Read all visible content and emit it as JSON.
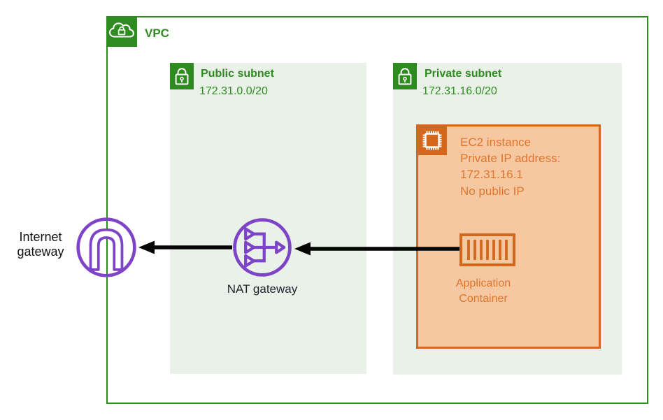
{
  "diagram": {
    "vpc": {
      "label": "VPC"
    },
    "subnets": [
      {
        "label": "Public subnet",
        "cidr": "172.31.0.0/20"
      },
      {
        "label": "Private subnet",
        "cidr": "172.31.16.0/20"
      }
    ],
    "ec2": {
      "lines": [
        "EC2 instance",
        "Private IP address:",
        "172.31.16.1",
        "No public IP"
      ]
    },
    "container": {
      "lines": [
        "Application",
        "Container"
      ]
    },
    "nat": {
      "label": "NAT gateway"
    },
    "igw": {
      "lines": [
        "Internet",
        "gateway"
      ]
    }
  },
  "icons": {
    "vpc": "cloud-lock-icon",
    "public_subnet": "lock-icon",
    "private_subnet": "lock-icon",
    "ec2": "chip-icon",
    "container": "shipping-container-icon",
    "nat": "nat-gateway-icon",
    "igw": "internet-gateway-icon"
  },
  "colors": {
    "green": "#2E8B20",
    "subnet_fill": "#E9F1E8",
    "orange_stroke": "#D4671C",
    "orange_text": "#E0752C",
    "ec2_fill": "#F6C8A2",
    "purple": "#7D44C8",
    "arrow_black": "#050505"
  }
}
